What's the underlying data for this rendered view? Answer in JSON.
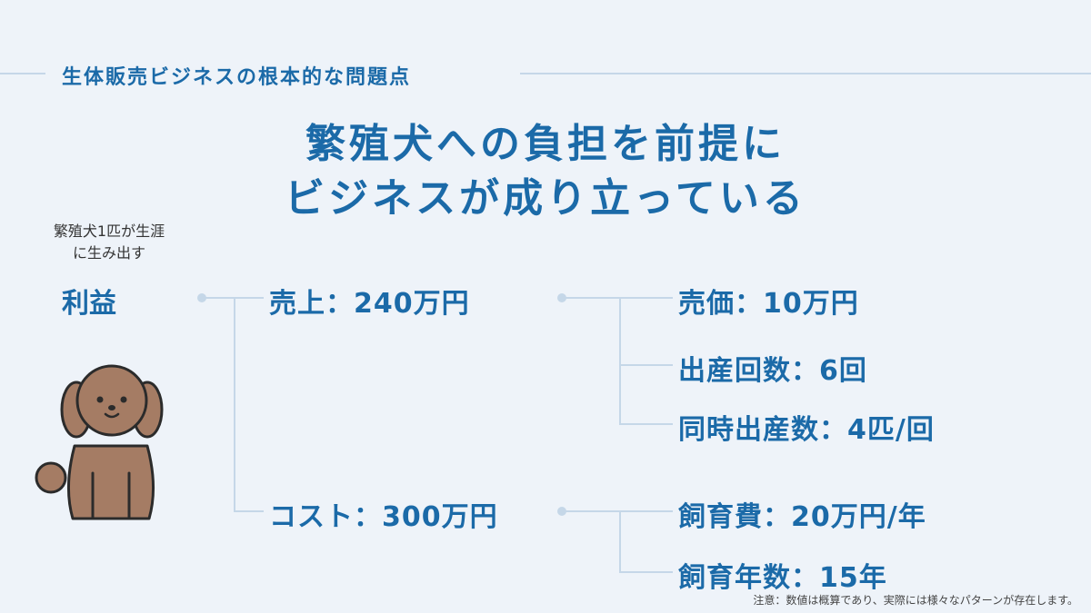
{
  "header": {
    "label": "生体販売ビジネスの根本的な問題点"
  },
  "title": {
    "line1": "繁殖犬への負担を前提に",
    "line2": "ビジネスが成り立っている"
  },
  "side_note": {
    "line1": "繁殖犬1匹が生涯",
    "line2": "に生み出す"
  },
  "root": {
    "label": "利益"
  },
  "branches": {
    "sales": {
      "label": "売上：240万円"
    },
    "cost": {
      "label": "コスト：300万円"
    }
  },
  "details": {
    "price": "売価：10万円",
    "births": "出産回数：6回",
    "litter": "同時出産数：4匹/回",
    "feed": "飼育費：20万円/年",
    "years": "飼育年数：15年"
  },
  "footnote": "注意：数値は概算であり、実際には様々なパターンが存在します。",
  "colors": {
    "background": "#eef3f9",
    "accent": "#1b6aa8",
    "line": "#c5d7e8",
    "dog": "#a57c64"
  },
  "icons": [
    "brown-dog-illustration"
  ]
}
